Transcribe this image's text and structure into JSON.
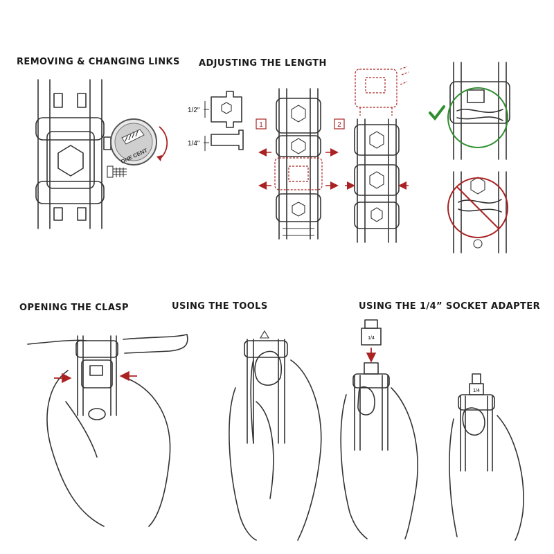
{
  "titles": {
    "removing": "REMOVING & CHANGING LINKS",
    "adjusting": "ADJUSTING THE LENGTH",
    "opening": "OPENING THE CLASP",
    "tools": "USING THE TOOLS",
    "socket": "USING THE 1/4” SOCKET ADAPTER"
  },
  "labels": {
    "half_inch": "1/2\"",
    "quarter_inch": "1/4\"",
    "step1": "1",
    "step2": "2",
    "coin": "ONE CENT",
    "bit_label": "1/4"
  },
  "colors": {
    "line": "#333333",
    "accent_red": "#a22222",
    "accent_green": "#2f8f2f"
  }
}
